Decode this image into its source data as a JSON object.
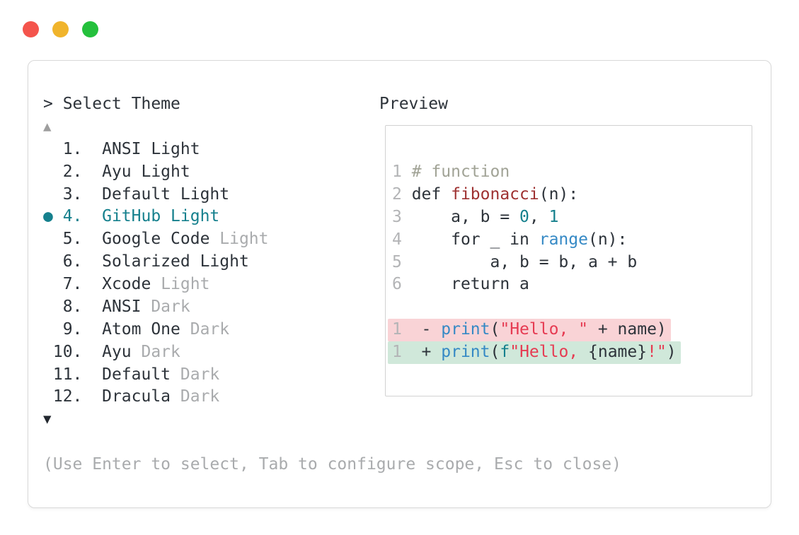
{
  "colors": {
    "accent": "#15808d",
    "foreground": "#2d333a",
    "muted": "#a9abad",
    "line_number": "#b3b4b6",
    "comment": "#a1a396",
    "function_name": "#9e3131",
    "string": "#e63b52",
    "builtin": "#3589c5",
    "number_literal": "#15808d",
    "fstring_prefix": "#15808d",
    "diff_removed_bg": "#f9d3d6",
    "diff_added_bg": "#d0e8da",
    "traffic_red": "#f4544c",
    "traffic_yellow": "#f0b42c",
    "traffic_green": "#24c03c"
  },
  "theme_picker": {
    "title": "> Select Theme",
    "scroll_up_indicator": "▲",
    "scroll_down_indicator": "▼",
    "selected_marker": "●",
    "items": [
      {
        "number": "1",
        "name": "ANSI Light",
        "suffix": "",
        "selected": false
      },
      {
        "number": "2",
        "name": "Ayu Light",
        "suffix": "",
        "selected": false
      },
      {
        "number": "3",
        "name": "Default Light",
        "suffix": "",
        "selected": false
      },
      {
        "number": "4",
        "name": "GitHub Light",
        "suffix": "",
        "selected": true
      },
      {
        "number": "5",
        "name": "Google Code",
        "suffix": "Light",
        "selected": false
      },
      {
        "number": "6",
        "name": "Solarized Light",
        "suffix": "",
        "selected": false
      },
      {
        "number": "7",
        "name": "Xcode",
        "suffix": "Light",
        "selected": false
      },
      {
        "number": "8",
        "name": "ANSI",
        "suffix": "Dark",
        "selected": false
      },
      {
        "number": "9",
        "name": "Atom One",
        "suffix": "Dark",
        "selected": false
      },
      {
        "number": "10",
        "name": "Ayu",
        "suffix": "Dark",
        "selected": false
      },
      {
        "number": "11",
        "name": "Default",
        "suffix": "Dark",
        "selected": false
      },
      {
        "number": "12",
        "name": "Dracula",
        "suffix": "Dark",
        "selected": false
      }
    ],
    "footer_hint": "(Use Enter to select, Tab to configure scope, Esc to close)"
  },
  "preview": {
    "label": "Preview",
    "code_lines": [
      {
        "number": "1",
        "diff": null,
        "tokens": [
          [
            "comment",
            "# function"
          ]
        ]
      },
      {
        "number": "2",
        "diff": null,
        "tokens": [
          [
            "fg",
            "def "
          ],
          [
            "func",
            "fibonacci"
          ],
          [
            "fg",
            "(n):"
          ]
        ]
      },
      {
        "number": "3",
        "diff": null,
        "tokens": [
          [
            "fg",
            "    a, b = "
          ],
          [
            "number",
            "0"
          ],
          [
            "fg",
            ", "
          ],
          [
            "number",
            "1"
          ]
        ]
      },
      {
        "number": "4",
        "diff": null,
        "tokens": [
          [
            "fg",
            "    for _ in "
          ],
          [
            "builtin",
            "range"
          ],
          [
            "fg",
            "(n):"
          ]
        ]
      },
      {
        "number": "5",
        "diff": null,
        "tokens": [
          [
            "fg",
            "        a, b = b, a + b"
          ]
        ]
      },
      {
        "number": "6",
        "diff": null,
        "tokens": [
          [
            "fg",
            "    return a"
          ]
        ]
      },
      {
        "blank": true
      },
      {
        "number": "1",
        "diff": "removed",
        "tokens": [
          [
            "fg",
            " - "
          ],
          [
            "builtin",
            "print"
          ],
          [
            "fg",
            "("
          ],
          [
            "string",
            "\"Hello, \""
          ],
          [
            "fg",
            " + name)"
          ]
        ]
      },
      {
        "number": "1",
        "diff": "added",
        "tokens": [
          [
            "fg",
            " + "
          ],
          [
            "builtin",
            "print"
          ],
          [
            "fg",
            "("
          ],
          [
            "fstring",
            "f"
          ],
          [
            "string",
            "\"Hello, "
          ],
          [
            "fg",
            "{name}"
          ],
          [
            "string",
            "!\""
          ],
          [
            "fg",
            ")"
          ]
        ]
      }
    ]
  }
}
